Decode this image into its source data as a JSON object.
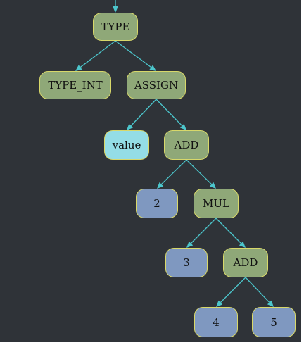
{
  "diagram": {
    "nodes": [
      {
        "id": "type",
        "label": "TYPE",
        "kind": "op"
      },
      {
        "id": "type_int",
        "label": "TYPE_INT",
        "kind": "op"
      },
      {
        "id": "assign",
        "label": "ASSIGN",
        "kind": "op"
      },
      {
        "id": "value",
        "label": "value",
        "kind": "leaf"
      },
      {
        "id": "add1",
        "label": "ADD",
        "kind": "op"
      },
      {
        "id": "n2",
        "label": "2",
        "kind": "val"
      },
      {
        "id": "mul",
        "label": "MUL",
        "kind": "op"
      },
      {
        "id": "n3",
        "label": "3",
        "kind": "val"
      },
      {
        "id": "add2",
        "label": "ADD",
        "kind": "op"
      },
      {
        "id": "n4",
        "label": "4",
        "kind": "val"
      },
      {
        "id": "n5",
        "label": "5",
        "kind": "val"
      }
    ],
    "edges": [
      [
        "type",
        "type_int"
      ],
      [
        "type",
        "assign"
      ],
      [
        "assign",
        "value"
      ],
      [
        "assign",
        "add1"
      ],
      [
        "add1",
        "n2"
      ],
      [
        "add1",
        "mul"
      ],
      [
        "mul",
        "n3"
      ],
      [
        "mul",
        "add2"
      ],
      [
        "add2",
        "n4"
      ],
      [
        "add2",
        "n5"
      ]
    ],
    "colors": {
      "background": "#2f3338",
      "operator_fill": "#8fa878",
      "value_fill": "#7f98c0",
      "leaf_fill": "#94dde6",
      "border": "#d8d86a",
      "edge": "#4cc6cc"
    }
  }
}
